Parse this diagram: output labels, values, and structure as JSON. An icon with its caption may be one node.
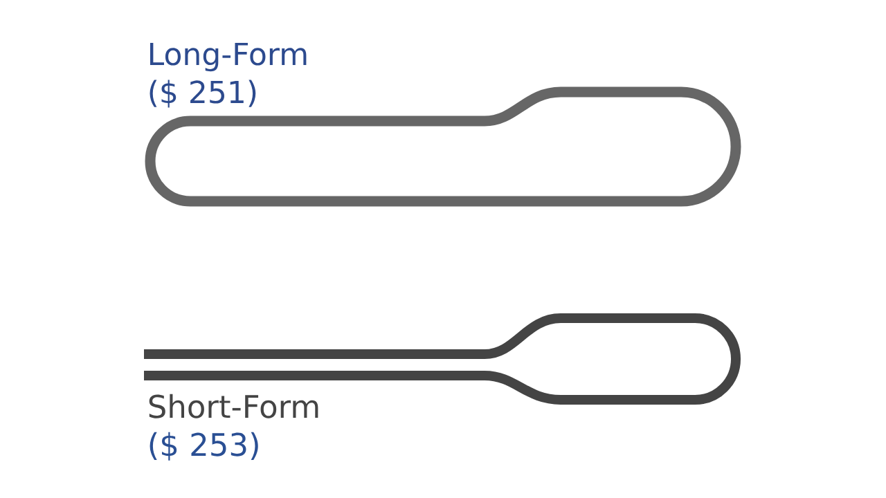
{
  "diagram": {
    "nodes": [
      {
        "text": [
          "Long-Form",
          "($ 251)"
        ]
      },
      {
        "text": [
          "Short-Form",
          "($ 253)"
        ]
      }
    ]
  }
}
